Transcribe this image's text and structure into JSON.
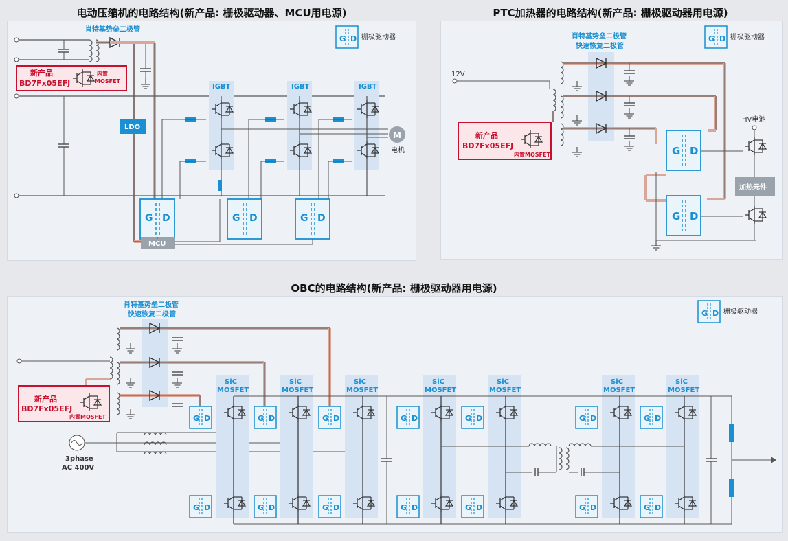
{
  "panels": {
    "compressor": {
      "title": "电动压缩机的电路结构(新产品: 栅极驱动器、MCU用电源)",
      "diode_label": "肖特基势垒二极管",
      "legend_label": "栅极驱动器",
      "product_label_1": "新产品",
      "product_label_2": "BD7Fx05EFJ",
      "mosfet_note_1": "内置",
      "mosfet_note_2": "MOSFET",
      "ldo": "LDO",
      "igbt": "IGBT",
      "mcu": "MCU",
      "motor": "M",
      "motor_label": "电机"
    },
    "ptc": {
      "title": "PTC加热器的电路结构(新产品: 栅极驱动器用电源)",
      "diode_label_1": "肖特基势垒二极管",
      "diode_label_2": "快速恢复二极管",
      "legend_label": "栅极驱动器",
      "voltage": "12V",
      "product_label_1": "新产品",
      "product_label_2": "BD7Fx05EFJ",
      "mosfet_note": "内置MOSFET",
      "hv_battery": "HV电池",
      "heater": "加热元件"
    },
    "obc": {
      "title": "OBC的电路结构(新产品: 栅极驱动器用电源)",
      "diode_label_1": "肖特基势垒二极管",
      "diode_label_2": "快速恢复二极管",
      "legend_label": "栅极驱动器",
      "product_label_1": "新产品",
      "product_label_2": "BD7Fx05EFJ",
      "mosfet_note": "内置MOSFET",
      "sic_1": "SiC",
      "sic_2": "MOSFET",
      "source_1": "3phase",
      "source_2": "AC 400V"
    },
    "gd_g": "G",
    "gd_d": "D"
  },
  "colors": {
    "accent_blue": "#1a8fd1",
    "product_red": "#c8102e",
    "wire": "#555555",
    "highlight_wire": "#d9a79a",
    "igbt_band": "#d5e3f3",
    "mcu_gray": "#9aa3ab"
  }
}
